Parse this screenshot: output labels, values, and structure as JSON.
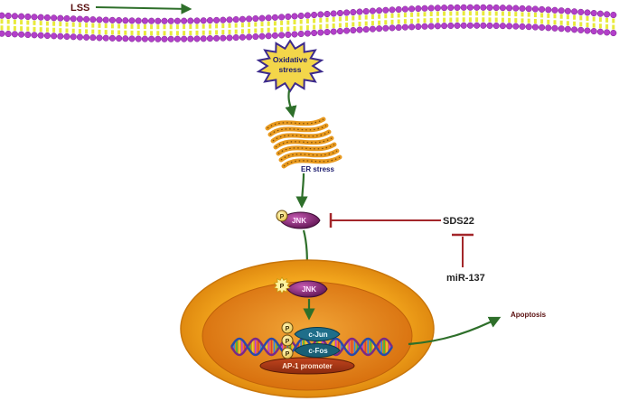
{
  "labels": {
    "lss": "LSS",
    "oxidative_stress": [
      "Oxidative",
      "stress"
    ],
    "er_stress": "ER stress",
    "jnk_cytoplasm": "JNK",
    "jnk_nucleus": "JNK",
    "phospho": "P",
    "sds22": "SDS22",
    "mir137": "miR-137",
    "c_jun": "c-Jun",
    "c_fos": "c-Fos",
    "ap1_promoter": "AP-1 promoter",
    "apoptosis": "Apoptosis"
  },
  "colors": {
    "membrane_head": "#b23fc9",
    "membrane_tail": "#e8ea3a",
    "arrow_green": "#2e6f2a",
    "inhibit_red": "#a3262a",
    "star_fill": "#f3d64a",
    "star_stroke": "#3c2a8c",
    "er_fill": "#e89a20",
    "jnk_fill": "#8a2c7a",
    "nucleus_outer": "#f4a81e",
    "nucleus_inner": "#e57c13",
    "label_dark": "#5a1010",
    "label_navy": "#1a1a6e"
  }
}
